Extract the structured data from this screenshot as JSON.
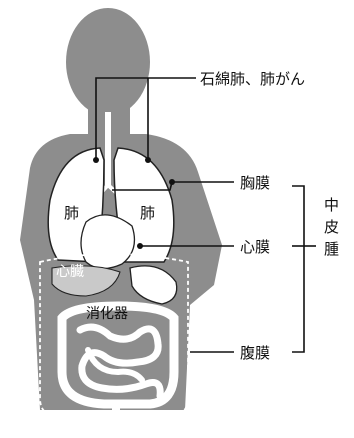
{
  "diagram": {
    "annotations": {
      "asbestosis": "石綿肺、肺がん",
      "pleura": "胸膜",
      "pericardium": "心膜",
      "peritoneum": "腹膜",
      "mesothelium": "中皮腫"
    },
    "organs": {
      "lung_left": "肺",
      "lung_right": "肺",
      "heart": "心臓",
      "digestive": "消化器"
    },
    "colors": {
      "body": "#8d8d8d",
      "organ": "#ffffff",
      "line": "#111111"
    }
  }
}
